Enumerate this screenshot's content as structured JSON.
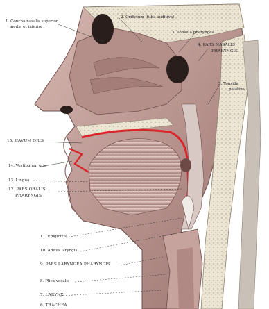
{
  "labels": {
    "l1a": "1. Concha nasalis superior,",
    "l1b": "media et inferior",
    "l2": "2. Orificium (tuba auditiva)",
    "l3": "3. Tonsilla pharyngea",
    "l4a": "4. PARS NASALIS",
    "l4b": "PHARYNGIS",
    "l5a": "5. Tonsilla",
    "l5b": "palatina",
    "l15": "15. CAVUM ORIS",
    "l14": "14. Vestibulum oris",
    "l13": "13. Lingua",
    "l12a": "12. PARS ORALIS",
    "l12b": "PHARYNGIS",
    "l11": "11. Epiglottis",
    "l10": "10. Aditus laryngis",
    "l9": "9. PARS LARYNGEA PHARYNGIS",
    "l8": "8. Plica vocalis",
    "l7": "7. LARYNX",
    "l6": "6. TRACHEA"
  },
  "colors": {
    "tissue": "#c9a7a2",
    "tissue_dark": "#8c6a67",
    "bone": "#e8e1cf",
    "cavity": "#2a1e1c",
    "red": "#d9262b",
    "skin": "#d8b8ad"
  }
}
